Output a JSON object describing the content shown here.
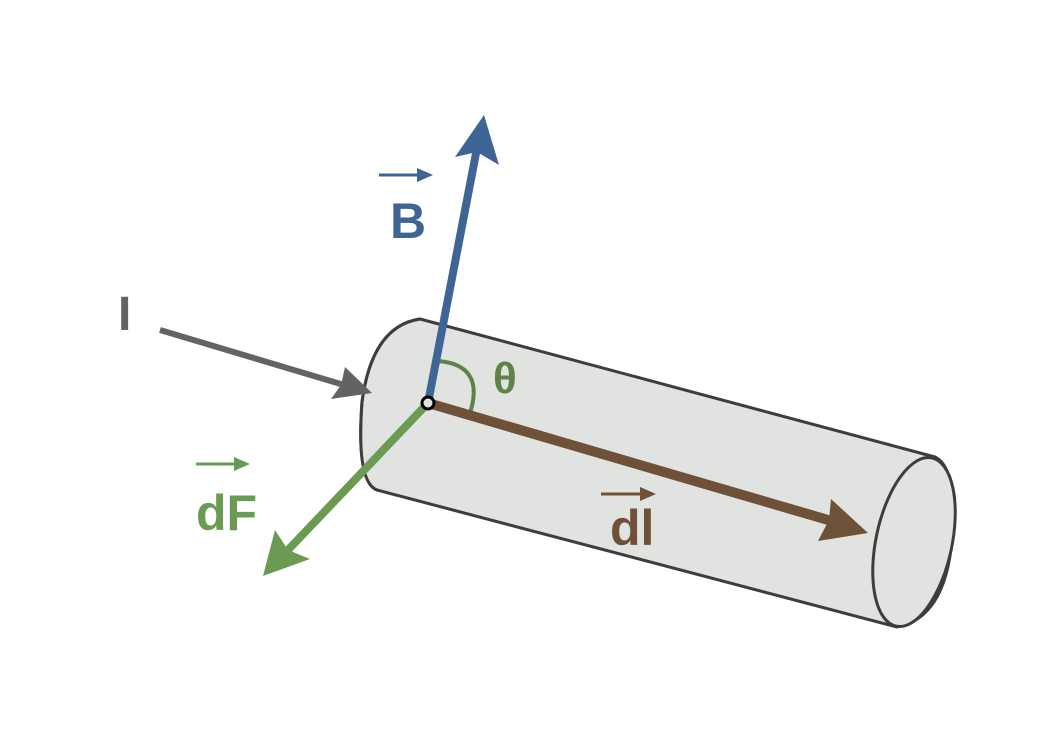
{
  "labels": {
    "current": "I",
    "magnetic_field": "B",
    "force": "dF",
    "length_element": "dl",
    "angle": "θ"
  },
  "colors": {
    "cylinder_fill": "#e0e3e0",
    "cylinder_stroke": "#3d3d3d",
    "current": "#636363",
    "magnetic_field": "#3e6594",
    "force": "#6b9a52",
    "angle": "#5c8447",
    "length_element": "#6f5139",
    "origin_point": "#000000"
  },
  "icons": {
    "vector_arrow": "right-arrow-over-symbol",
    "direction_arrowhead": "filled-arrowhead"
  }
}
